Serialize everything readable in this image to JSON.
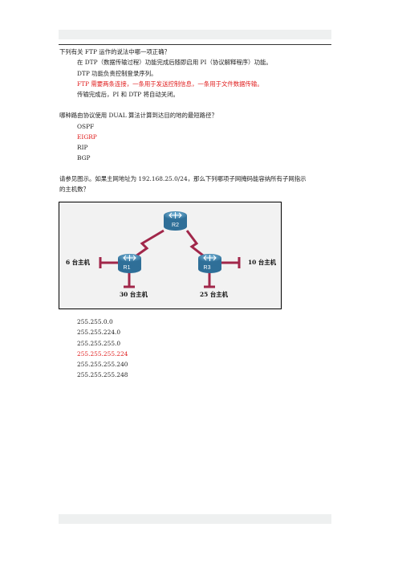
{
  "q1": {
    "question": "下列有关 FTP 运作的说法中哪一项正确？",
    "options": [
      {
        "text": "在 DTP（数据传输过程）功能完成后随即启用 PI（协议解释程序）功能。",
        "correct": false
      },
      {
        "text": "DTP 功能负责控制登录序列。",
        "correct": false
      },
      {
        "text": "FTP 需要两条连接，一条用于发送控制信息，一条用于文件数据传输。",
        "correct": true
      },
      {
        "text": "传输完成后，PI 和 DTP 将自动关闭。",
        "correct": false
      }
    ]
  },
  "q2": {
    "question": "哪种路由协议使用 DUAL 算法计算到达目的地的最短路径？",
    "options": [
      {
        "text": "OSPF",
        "correct": false
      },
      {
        "text": "EIGRP",
        "correct": true
      },
      {
        "text": "RIP",
        "correct": false
      },
      {
        "text": "BGP",
        "correct": false
      }
    ]
  },
  "q3": {
    "question_line1": "请参见图示。如果主网地址为 192.168.25.0/24，那么下列哪项子网掩码能容纳所有子网指示",
    "question_line2": "的主机数？",
    "diagram": {
      "routers": [
        "R2",
        "R1",
        "R3"
      ],
      "hosts_r1_left": "6 台主机",
      "hosts_r1_bottom": "30 台主机",
      "hosts_r3_bottom": "25 台主机",
      "hosts_r3_right": "10 台主机",
      "colors": {
        "router": "#3f86b0",
        "serial": "#a1274a",
        "border": "#000000",
        "background": "#f2f2f2"
      }
    },
    "options": [
      {
        "text": "255.255.0.0",
        "correct": false
      },
      {
        "text": "255.255.224.0",
        "correct": false
      },
      {
        "text": "255.255.255.0",
        "correct": false
      },
      {
        "text": "255.255.255.224",
        "correct": true
      },
      {
        "text": "255.255.255.240",
        "correct": false
      },
      {
        "text": "255.255.255.248",
        "correct": false
      }
    ]
  },
  "colors": {
    "answer": "#e01b1b",
    "band": "#eef0f0"
  }
}
